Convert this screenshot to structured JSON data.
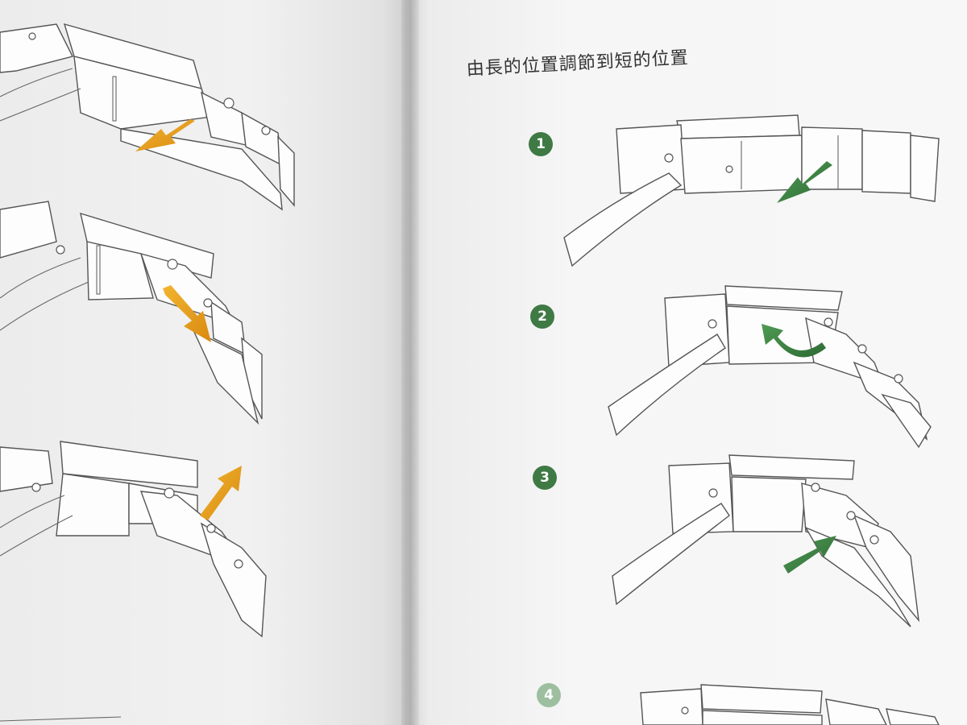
{
  "title": "由長的位置調節到短的位置",
  "steps": [
    {
      "number": "1"
    },
    {
      "number": "2"
    },
    {
      "number": "3"
    },
    {
      "number": "4"
    }
  ],
  "colors": {
    "step_badge": "#3f7a45",
    "green_arrow": "#3a7a3f",
    "orange_arrow": "#e8a020"
  }
}
